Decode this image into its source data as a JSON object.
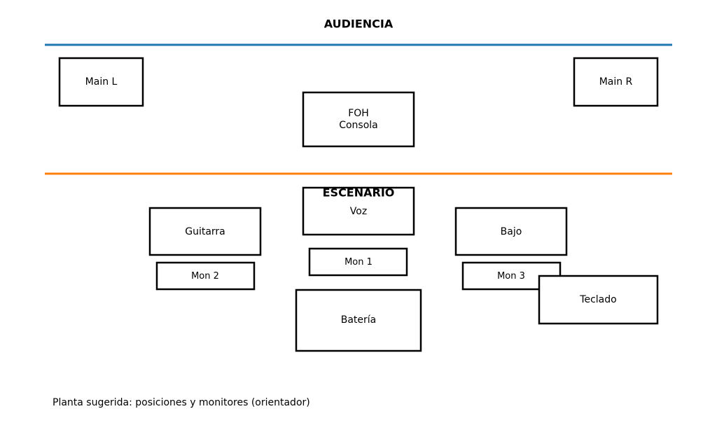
{
  "sections": {
    "audience": "AUDIENCIA",
    "stage": "ESCENARIO"
  },
  "colors": {
    "audience_line": "#1f77b4",
    "stage_line": "#ff7f0e",
    "box_stroke": "#000000"
  },
  "boxes": {
    "main_l": "Main L",
    "main_r": "Main R",
    "foh_line1": "FOH",
    "foh_line2": "Consola",
    "voz": "Voz",
    "guitarra": "Guitarra",
    "bajo": "Bajo",
    "mon1": "Mon 1",
    "mon2": "Mon 2",
    "mon3": "Mon 3",
    "bateria": "Batería",
    "teclado": "Teclado"
  },
  "caption": "Planta sugerida: posiciones y monitores (orientador)"
}
